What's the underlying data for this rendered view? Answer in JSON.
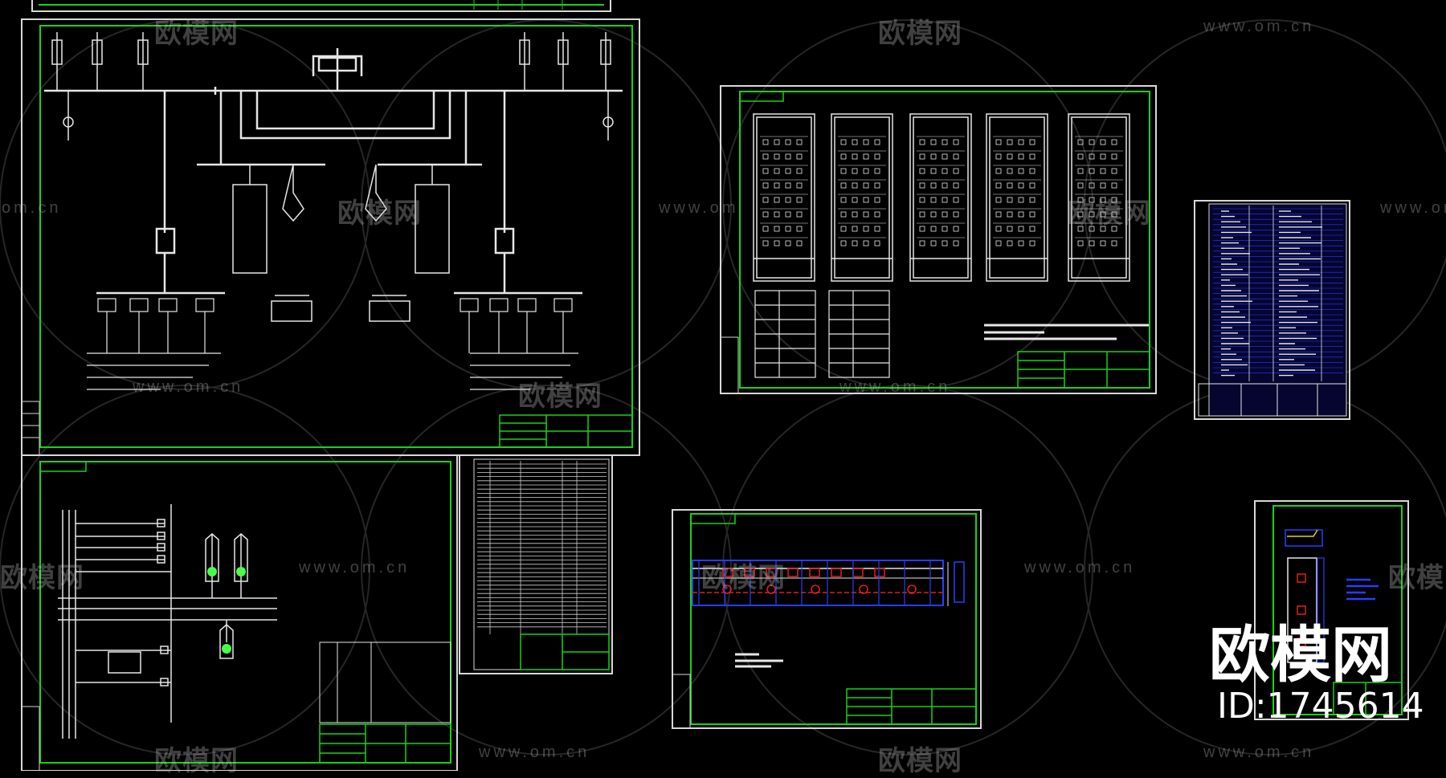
{
  "watermark": {
    "cn": "欧模网",
    "url": "www.om.cn",
    "url_short": "om.cn",
    "url_prefix": "www.om"
  },
  "brand": {
    "name": "欧模网",
    "id_text": "ID:1745614"
  },
  "colors": {
    "background": "#000000",
    "frame_white": "#d8d8d8",
    "frame_green": "#19d219",
    "table_blue": "#2a3cff",
    "accent_red": "#e02020",
    "accent_yellow": "#e0d020",
    "accent_green": "#4aff4a"
  },
  "sheets": [
    {
      "id": "main-single-line-diagram",
      "content": "wiring schematic"
    },
    {
      "id": "switchgear-elevation",
      "content": "cabinet front views"
    },
    {
      "id": "equipment-list",
      "content": "blue material table"
    },
    {
      "id": "control-circuit",
      "content": "secondary wiring schematic"
    },
    {
      "id": "terminal-table",
      "content": "terminal list"
    },
    {
      "id": "busbar-layout",
      "content": "busbar arrangement"
    },
    {
      "id": "detail-drawing",
      "content": "small detail sheet"
    }
  ]
}
